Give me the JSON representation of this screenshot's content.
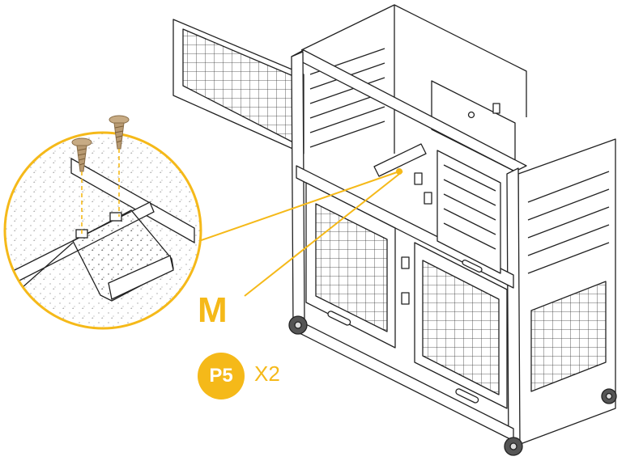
{
  "step": {
    "letter": "M"
  },
  "part": {
    "code": "P5",
    "quantity": "X2"
  },
  "colors": {
    "accent": "#f5b919",
    "line": "#222222",
    "screw": "#b89a72"
  },
  "icons": [
    "screw-icon",
    "caster-wheel-icon",
    "hinge-icon",
    "latch-icon"
  ]
}
